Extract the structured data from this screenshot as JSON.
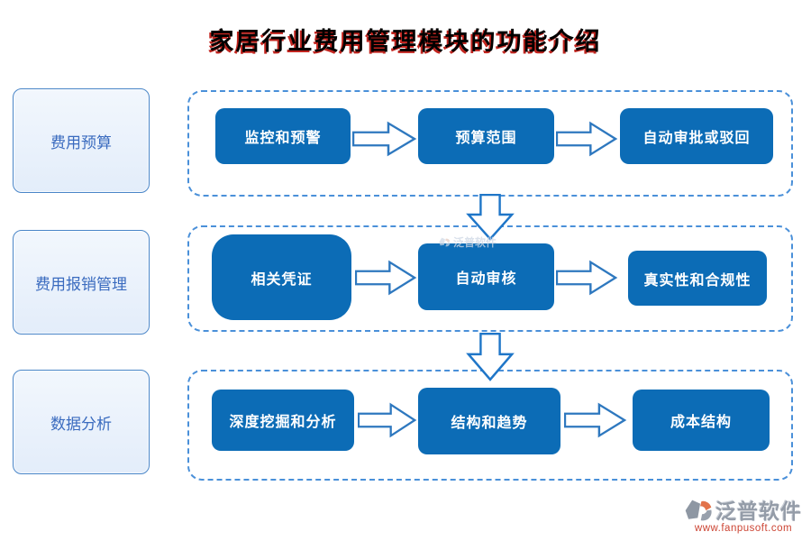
{
  "title": "家居行业费用管理模块的功能介绍",
  "rows": [
    {
      "label": "费用预算",
      "steps": [
        "监控和预警",
        "预算范围",
        "自动审批或驳回"
      ]
    },
    {
      "label": "费用报销管理",
      "steps": [
        "相关凭证",
        "自动审核",
        "真实性和合规性"
      ]
    },
    {
      "label": "数据分析",
      "steps": [
        "深度挖掘和分析",
        "结构和趋势",
        "成本结构"
      ]
    }
  ],
  "watermark": {
    "text": "泛普软件"
  },
  "footer": {
    "brand": "泛普软件",
    "url": "www.fanpusoft.com"
  },
  "icons": {
    "step_arrow": "arrow-right-icon",
    "row_arrow": "arrow-down-icon",
    "footer_logo": "fanpu-logo-icon",
    "watermark_logo": "watermark-logo-icon"
  },
  "colors": {
    "step_fill": "#0c6cb6",
    "dashed_border": "#4a90d9",
    "arrow_stroke": "#2e78bf",
    "side_fill": "#e9f1fb",
    "side_border": "#4a86c8",
    "side_text": "#3a6bbf",
    "title_text": "#000000",
    "title_shadow": "#c2251f",
    "brand_gray": "#949ca8",
    "url_red": "#cc4433"
  }
}
